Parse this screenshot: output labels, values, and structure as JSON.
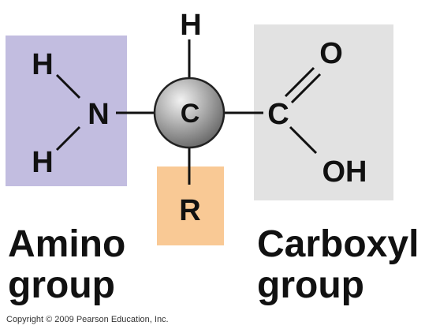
{
  "molecule": {
    "amino_group": {
      "label_line1": "Amino",
      "label_line2": "group",
      "color": "#c2bde0",
      "atoms": {
        "h_top": "H",
        "n": "N",
        "h_bottom": "H"
      }
    },
    "central_atom": {
      "symbol": "C",
      "color": "#9a9a9a"
    },
    "top_atom": "H",
    "side_chain": {
      "symbol": "R",
      "color": "#f9c995"
    },
    "carboxyl_group": {
      "label_line1": "Carboxyl",
      "label_line2": "group",
      "color": "#e2e2e2",
      "atoms": {
        "c": "C",
        "o": "O",
        "oh": "OH"
      }
    }
  },
  "copyright": "Copyright © 2009 Pearson Education, Inc."
}
